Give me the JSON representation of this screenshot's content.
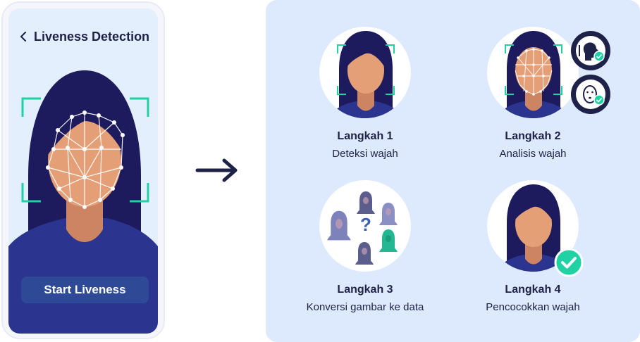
{
  "phone": {
    "title": "Liveness Detection",
    "start_button_label": "Start Liveness"
  },
  "steps": [
    {
      "title": "Langkah 1",
      "description": "Deteksi wajah"
    },
    {
      "title": "Langkah 2",
      "description": "Analisis wajah"
    },
    {
      "title": "Langkah 3",
      "description": "Konversi gambar ke data"
    },
    {
      "title": "Langkah 4",
      "description": "Pencocokkan wajah"
    }
  ],
  "step3_question_mark": "?",
  "colors": {
    "accent_teal": "#1fd1a3",
    "navy": "#1e2148",
    "button_blue": "#2e4a97",
    "panel_bg": "#dde9fd",
    "skin": "#e59f77",
    "hair": "#1d1a5e"
  }
}
